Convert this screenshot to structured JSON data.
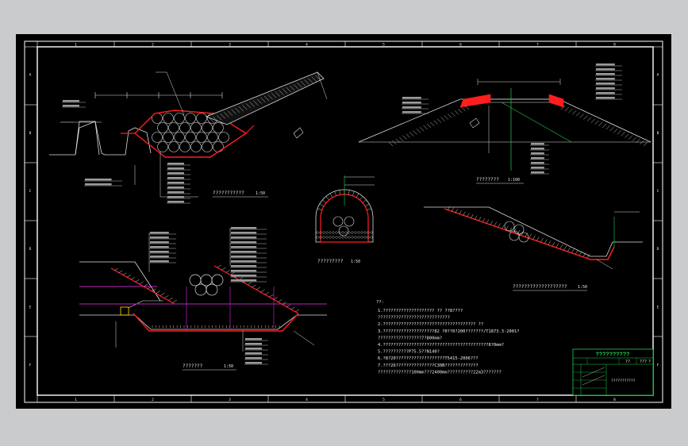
{
  "drawing": {
    "notes_heading": "??:",
    "notes": [
      "1.????????????????????   ?? ??8????",
      "  ????????????????????????????",
      "2.????????????????????????????????????               ??",
      "3.????????????????????82  ?0??0?200???????/T1873.3-2001?",
      "  ?????????????????7?800mm?",
      "4.?????????????????????????????????????????8?0mm?",
      "5.??????????P75.5??N140?",
      "6.?8?20???????????????????T5415-2006???",
      "7.???26???????????????C30B?????????????",
      "  ?????????????100mm???2400mm??????????22m3???????"
    ],
    "view_titles": {
      "view_1": "???????????",
      "view_2": "????????",
      "view_3": "?????????",
      "view_4": "???????",
      "view_5": "???????????????????"
    },
    "scales": [
      "1:50",
      "1:100",
      "1:50",
      "1:50",
      "1:50"
    ],
    "title_block": {
      "title": "??????????",
      "row_labels": [
        "??",
        "???",
        "?"
      ],
      "drawing_name": "???????????"
    },
    "grid_letters": [
      "A",
      "B",
      "C",
      "D",
      "E",
      "F"
    ],
    "grid_numbers": [
      "1",
      "2",
      "3",
      "4",
      "5",
      "6",
      "7",
      "8"
    ],
    "colors": {
      "background": "#000000",
      "frame": "#ffffff",
      "section_red": "#ff1e1e",
      "guide_green": "#1fd14a",
      "water_magenta": "#c020c0",
      "title_green": "#1fd14a"
    }
  }
}
